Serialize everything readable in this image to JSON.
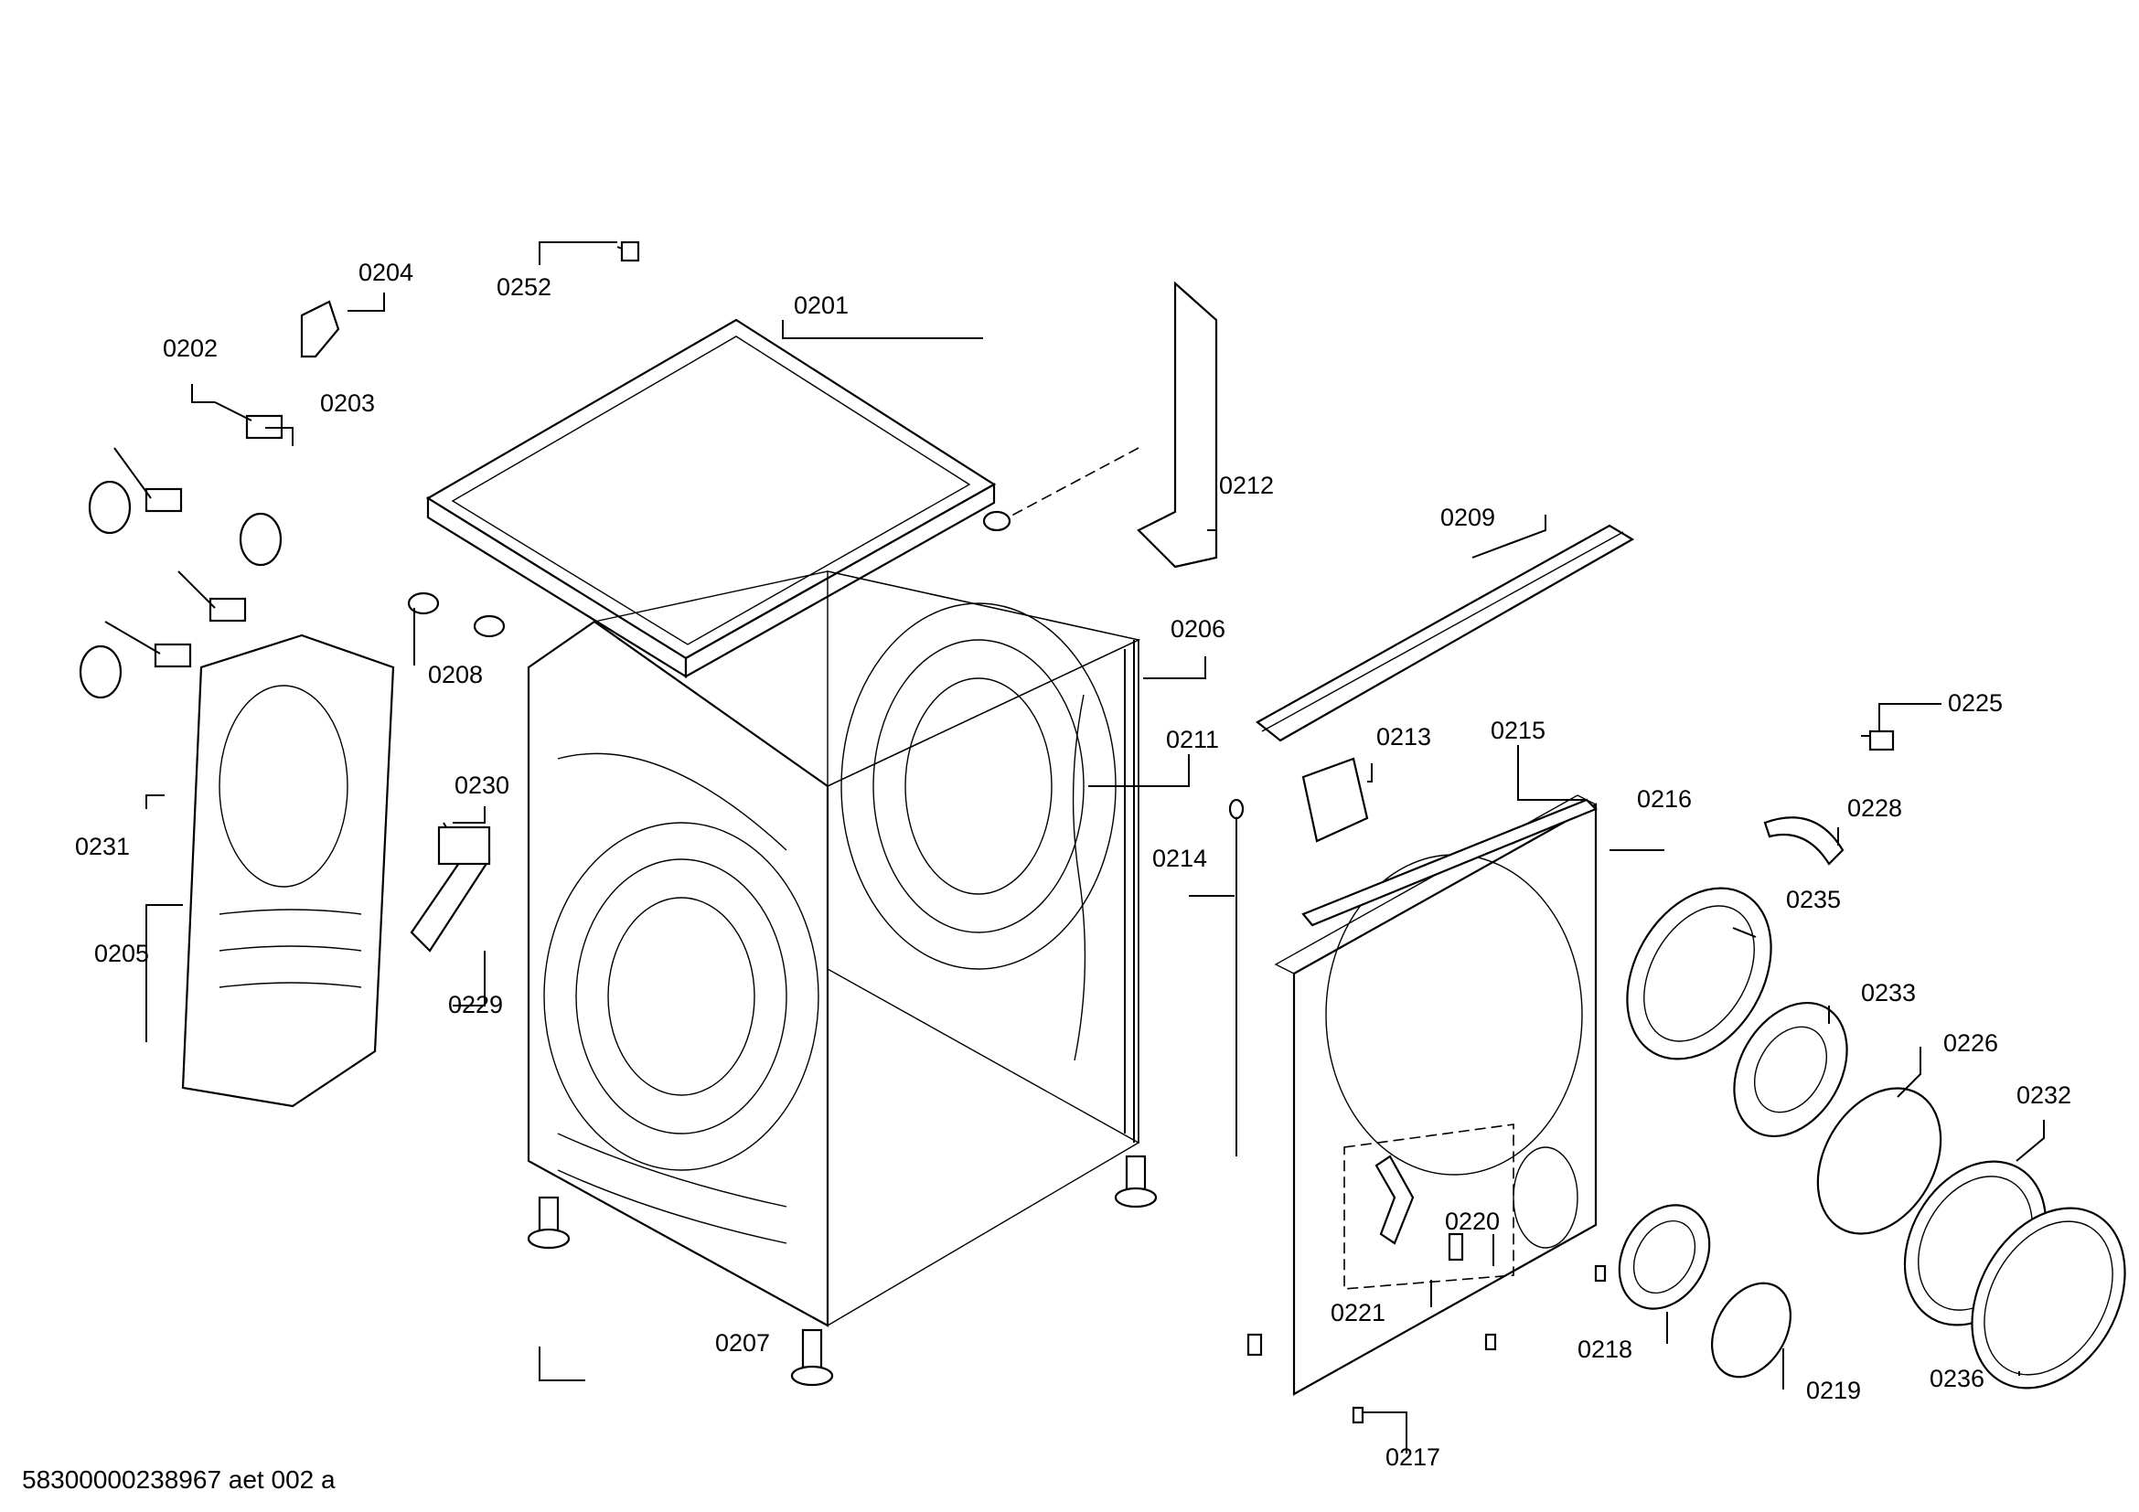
{
  "document_id": "58300000238967 aet 002 a",
  "labels": [
    {
      "id": "l0201",
      "text": "0201"
    },
    {
      "id": "l0202",
      "text": "0202"
    },
    {
      "id": "l0203",
      "text": "0203"
    },
    {
      "id": "l0204",
      "text": "0204"
    },
    {
      "id": "l0205",
      "text": "0205"
    },
    {
      "id": "l0206",
      "text": "0206"
    },
    {
      "id": "l0207",
      "text": "0207"
    },
    {
      "id": "l0208",
      "text": "0208"
    },
    {
      "id": "l0209",
      "text": "0209"
    },
    {
      "id": "l0211",
      "text": "0211"
    },
    {
      "id": "l0212",
      "text": "0212"
    },
    {
      "id": "l0213",
      "text": "0213"
    },
    {
      "id": "l0214",
      "text": "0214"
    },
    {
      "id": "l0215",
      "text": "0215"
    },
    {
      "id": "l0216",
      "text": "0216"
    },
    {
      "id": "l0217",
      "text": "0217"
    },
    {
      "id": "l0218",
      "text": "0218"
    },
    {
      "id": "l0219",
      "text": "0219"
    },
    {
      "id": "l0220",
      "text": "0220"
    },
    {
      "id": "l0221",
      "text": "0221"
    },
    {
      "id": "l0225",
      "text": "0225"
    },
    {
      "id": "l0226",
      "text": "0226"
    },
    {
      "id": "l0228",
      "text": "0228"
    },
    {
      "id": "l0229",
      "text": "0229"
    },
    {
      "id": "l0230",
      "text": "0230"
    },
    {
      "id": "l0231",
      "text": "0231"
    },
    {
      "id": "l0232",
      "text": "0232"
    },
    {
      "id": "l0233",
      "text": "0233"
    },
    {
      "id": "l0235",
      "text": "0235"
    },
    {
      "id": "l0236",
      "text": "0236"
    },
    {
      "id": "l0252",
      "text": "0252"
    }
  ]
}
